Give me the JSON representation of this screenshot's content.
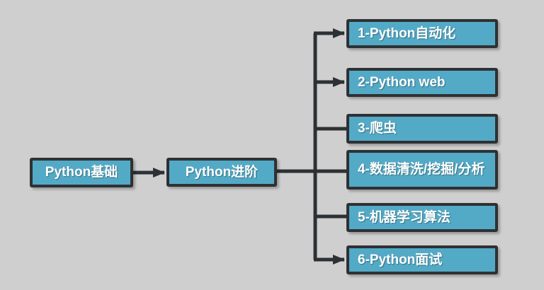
{
  "diagram": {
    "title": "Python learning path mind map",
    "colors": {
      "background": "#cfcfcf",
      "node_fill": "#53aac6",
      "node_border": "#2e3134",
      "connector": "#2e3134",
      "text": "#ffffff"
    },
    "root": {
      "label": "Python基础"
    },
    "mid": {
      "label": "Python进阶"
    },
    "branches": [
      {
        "label": "1-Python自动化",
        "arrowhead": true
      },
      {
        "label": "2-Python web",
        "arrowhead": true
      },
      {
        "label": "3-爬虫",
        "arrowhead": false
      },
      {
        "label": "4-数据清洗/挖掘/分析",
        "arrowhead": false
      },
      {
        "label": "5-机器学习算法",
        "arrowhead": false
      },
      {
        "label": "6-Python面试",
        "arrowhead": true
      }
    ]
  }
}
